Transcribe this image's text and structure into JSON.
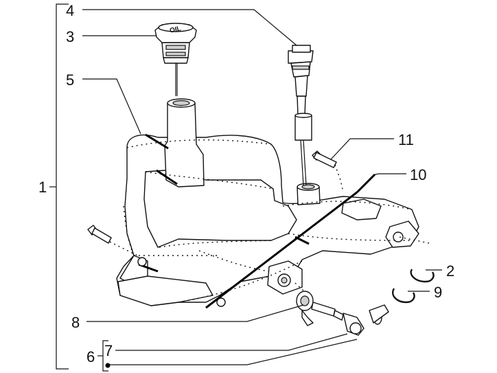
{
  "callouts": {
    "c1": "1",
    "c2": "2",
    "c3": "3",
    "c4": "4",
    "c5": "5",
    "c6": "6",
    "c7": "7",
    "c8": "8",
    "c9": "9",
    "c10": "10",
    "c11": "11"
  },
  "oil_cap_text": "OIL"
}
